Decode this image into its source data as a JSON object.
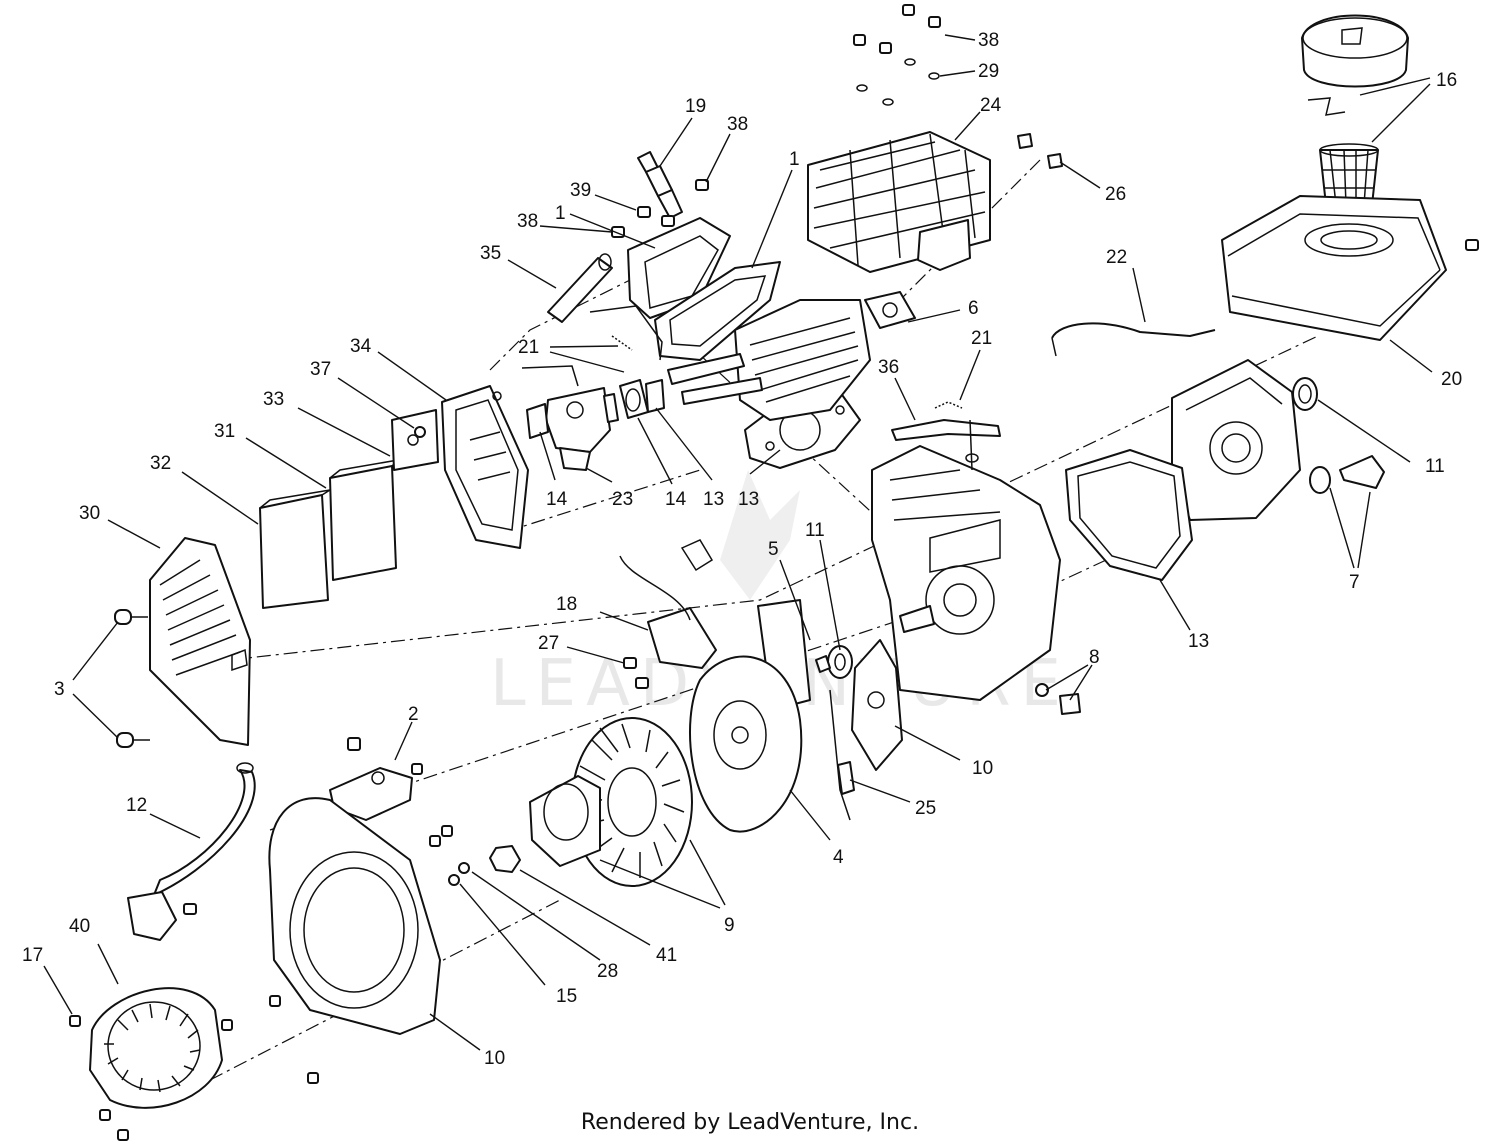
{
  "diagram": {
    "callouts": [
      "1",
      "1",
      "2",
      "3",
      "4",
      "5",
      "6",
      "7",
      "8",
      "9",
      "10",
      "10",
      "11",
      "11",
      "12",
      "13",
      "13",
      "13",
      "14",
      "14",
      "15",
      "16",
      "17",
      "18",
      "19",
      "20",
      "21",
      "21",
      "22",
      "23",
      "24",
      "25",
      "26",
      "27",
      "28",
      "29",
      "30",
      "31",
      "32",
      "33",
      "34",
      "35",
      "36",
      "37",
      "38",
      "38",
      "38",
      "39",
      "40",
      "41"
    ]
  },
  "watermark": "LEADVENTURE",
  "footer": "Rendered by LeadVenture, Inc."
}
